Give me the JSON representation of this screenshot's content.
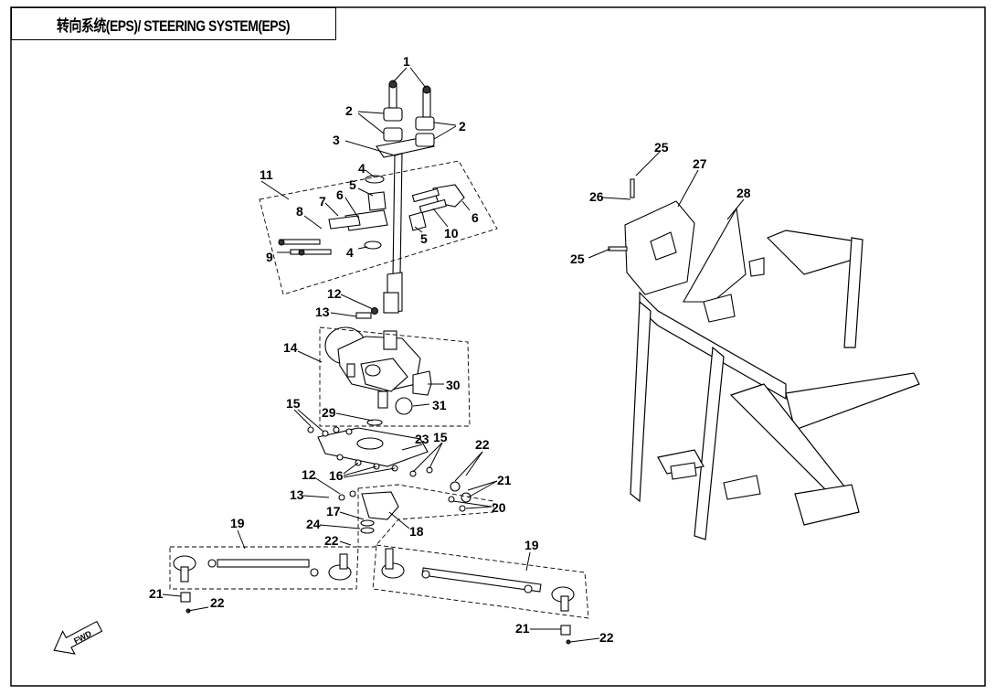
{
  "title": "转向系统(EPS)/ STEERING SYSTEM(EPS)",
  "callouts": [
    "1",
    "2",
    "2",
    "3",
    "4",
    "4",
    "5",
    "5",
    "6",
    "6",
    "7",
    "8",
    "9",
    "10",
    "11",
    "12",
    "12",
    "13",
    "13",
    "14",
    "15",
    "15",
    "16",
    "17",
    "18",
    "19",
    "19",
    "20",
    "21",
    "21",
    "21",
    "22",
    "22",
    "22",
    "22",
    "23",
    "24",
    "25",
    "25",
    "26",
    "27",
    "28",
    "29",
    "30",
    "31"
  ],
  "direction_arrow_label": "FWD"
}
